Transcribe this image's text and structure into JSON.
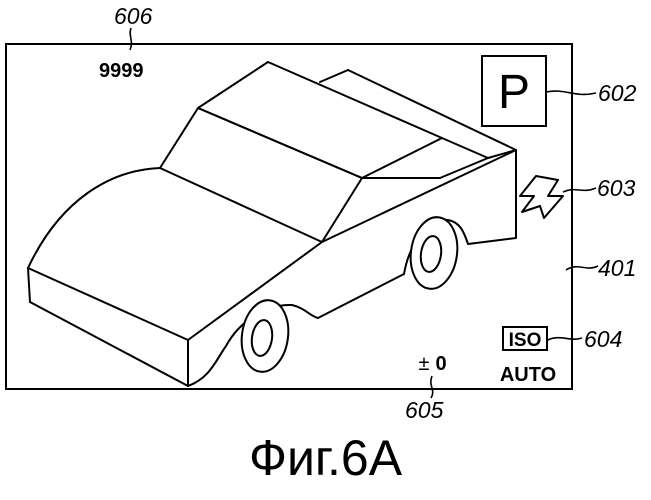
{
  "labels": {
    "counter_ref": "606",
    "shot_counter": "9999",
    "mode_letter": "P",
    "mode_ref": "602",
    "flash_ref": "603",
    "screen_ref": "401",
    "iso_box": "ISO",
    "iso_value": "AUTO",
    "iso_ref": "604",
    "exposure_sign": "±",
    "exposure_value": "0",
    "exposure_ref": "605"
  },
  "caption": "Фиг.6A",
  "icons": {
    "flash": "lightning-bolt-icon",
    "subject": "car-illustration"
  }
}
